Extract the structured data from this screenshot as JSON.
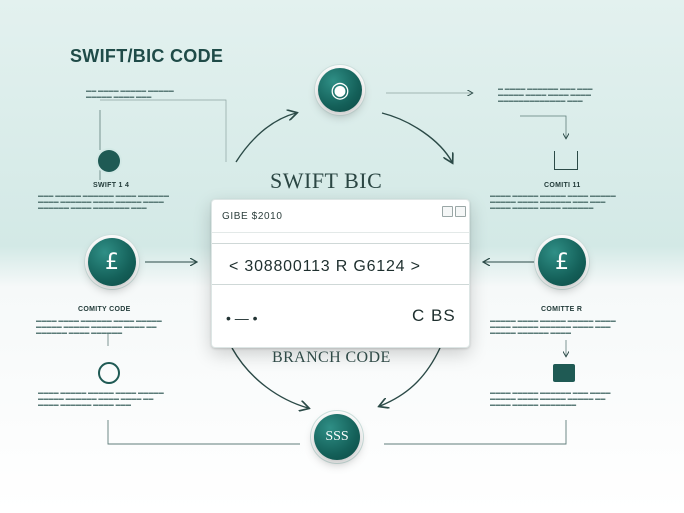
{
  "diagram": {
    "title": "SWIFT/BIC CODE",
    "center_title": "SWIFT BIC",
    "branch_label": "BRANCH CODE",
    "card": {
      "header_text": "GIBE $2010",
      "code_text": "< 308800113 R G6124  >",
      "bottom_right_text": "C BS",
      "bottom_left_text": "•  —  •"
    },
    "nodes": {
      "top_globe_symbol": "◉",
      "left_currency_symbol": "£",
      "right_currency_symbol": "£",
      "bottom_symbol": "SSS"
    },
    "labels": {
      "left_upper": "SWIFT 1 4",
      "left_lower": "COMITY CODE",
      "right_upper": "COMITI 11",
      "right_lower": "COMITTE R"
    },
    "colors": {
      "accent": "#146059",
      "background_top": "#d3e9e6",
      "background_bottom": "#ffffff"
    }
  }
}
